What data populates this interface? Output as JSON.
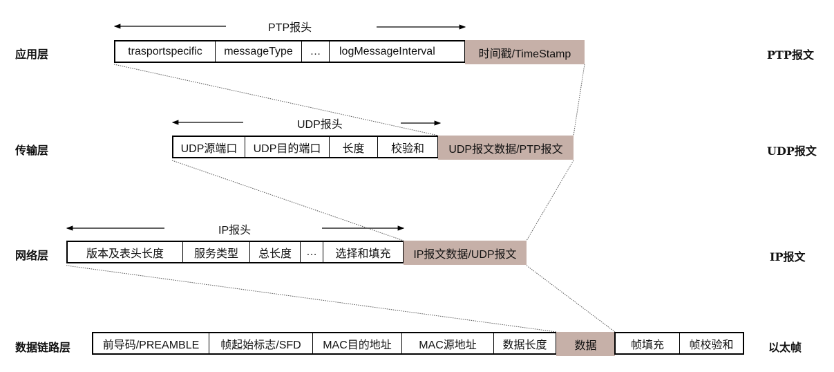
{
  "layers": [
    {
      "name": "应用层",
      "packet": "PTP报文",
      "header": "PTP报头",
      "fields": [
        "trasportspecific",
        "messageType",
        "…",
        "logMessageInterval"
      ],
      "payload": "时间戳/TimeStamp"
    },
    {
      "name": "传输层",
      "packet": "UDP报文",
      "header": "UDP报头",
      "fields": [
        "UDP源端口",
        "UDP目的端口",
        "长度",
        "校验和"
      ],
      "payload": "UDP报文数据/PTP报文"
    },
    {
      "name": "网络层",
      "packet": "IP报文",
      "header": "IP报头",
      "fields": [
        "版本及表头长度",
        "服务类型",
        "总长度",
        "…",
        "选择和填充"
      ],
      "payload": "IP报文数据/UDP报文"
    },
    {
      "name": "数据链路层",
      "packet": "以太帧",
      "fields": [
        "前导码/PREAMBLE",
        "帧起始标志/SFD",
        "MAC目的地址",
        "MAC源地址",
        "数据长度"
      ],
      "payload": "数据",
      "trailer": [
        "帧填充",
        "帧校验和"
      ]
    }
  ],
  "colors": {
    "payload_fill": "#c6b0a8",
    "border": "#000000"
  }
}
